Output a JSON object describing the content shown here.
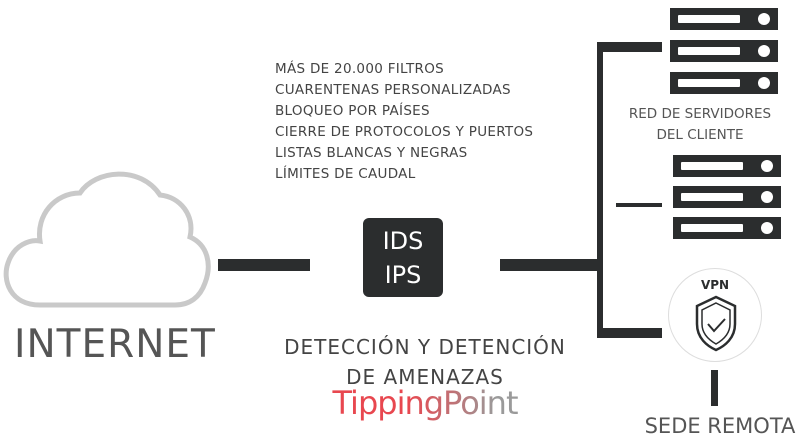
{
  "internet": {
    "label": "INTERNET"
  },
  "features": [
    "MÁS DE 20.000 FILTROS",
    "CUARENTENAS PERSONALIZADAS",
    "BLOQUEO POR PAÍSES",
    "CIERRE DE PROTOCOLOS Y PUERTOS",
    "LISTAS BLANCAS Y NEGRAS",
    "LÍMITES DE CAUDAL"
  ],
  "device": {
    "line1": "IDS",
    "line2": "IPS"
  },
  "caption": {
    "line1": "DETECCIÓN Y DETENCIÓN",
    "line2": "DE AMENAZAS"
  },
  "brand": {
    "logo": "TippingPoint"
  },
  "servers": {
    "label_line1": "RED DE SERVIDORES",
    "label_line2": "DEL CLIENTE"
  },
  "vpn": {
    "label": "VPN"
  },
  "remote": {
    "label": "SEDE REMOTA"
  }
}
